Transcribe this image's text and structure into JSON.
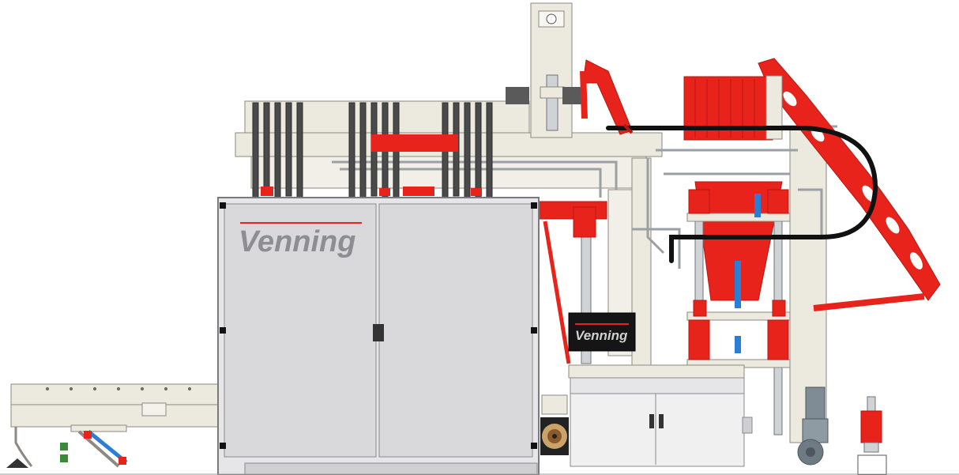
{
  "diagram": {
    "type": "industrial-machine-elevation",
    "brand": {
      "main_logo": "Venning",
      "panel_logo": "Venning"
    },
    "colors": {
      "frame": "#ece9de",
      "frame_stroke": "#8c8a82",
      "accent_red": "#e8231c",
      "dark_red": "#b51812",
      "enclosure": "#d9d9db",
      "hydraulic": "#4a4a4a",
      "cable_carrier": "#111111",
      "blue": "#2a7fd4",
      "motor": "#7f8c95"
    }
  }
}
